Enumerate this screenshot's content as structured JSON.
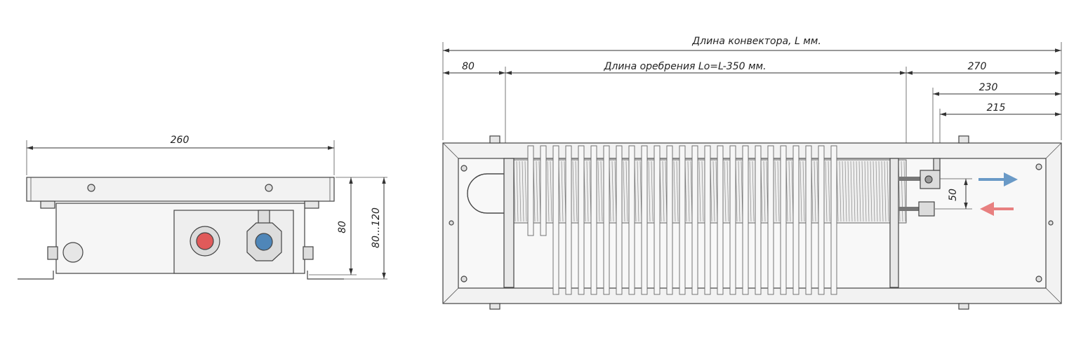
{
  "side_view": {
    "width_label": "260",
    "height_label": "80",
    "height_range_label": "80...120"
  },
  "top_view": {
    "length_label": "Длина конвектора, L мм.",
    "left_offset_label": "80",
    "fin_length_label": "Длина оребрения Lo=L-350 мм.",
    "right_offset_label": "270",
    "pipe_offset_230_label": "230",
    "pipe_offset_215_label": "215",
    "pipe_spacing_label": "50"
  },
  "colors": {
    "hot": "#e05a5a",
    "cold": "#4f86b8",
    "flow_out": "#6a9ac7",
    "flow_in": "#e88080",
    "housing_fill": "#f2f2f2",
    "panel_fill": "#f7f7f7"
  },
  "icons": {
    "flow_out": "arrow-right-icon",
    "flow_in": "arrow-left-icon"
  }
}
